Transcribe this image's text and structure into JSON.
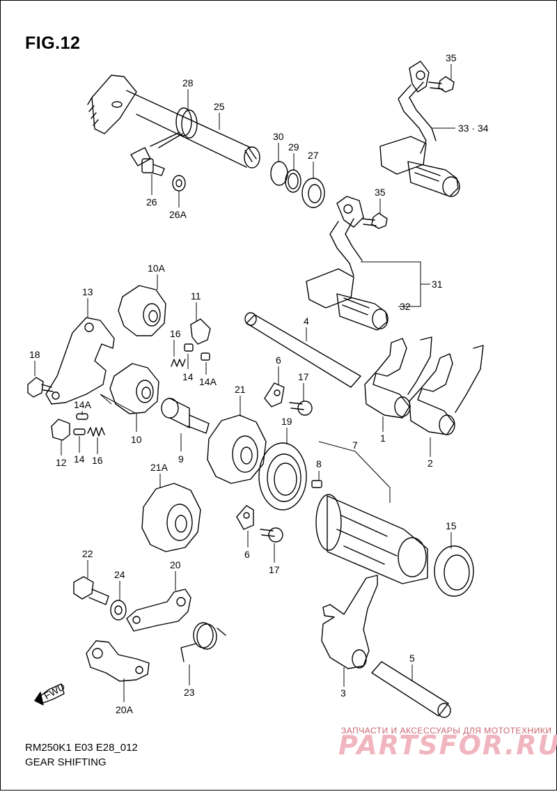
{
  "figure": {
    "title": "FIG.12",
    "model_code": "RM250K1 E03 E28_012",
    "caption": "GEAR SHIFTING"
  },
  "parts": [
    {
      "id": "1",
      "label": "1"
    },
    {
      "id": "2",
      "label": "2"
    },
    {
      "id": "3",
      "label": "3"
    },
    {
      "id": "4",
      "label": "4"
    },
    {
      "id": "5",
      "label": "5"
    },
    {
      "id": "6a",
      "label": "6"
    },
    {
      "id": "6b",
      "label": "6"
    },
    {
      "id": "7",
      "label": "7"
    },
    {
      "id": "8",
      "label": "8"
    },
    {
      "id": "9",
      "label": "9"
    },
    {
      "id": "10",
      "label": "10"
    },
    {
      "id": "10A",
      "label": "10A"
    },
    {
      "id": "11",
      "label": "11"
    },
    {
      "id": "12",
      "label": "12"
    },
    {
      "id": "13",
      "label": "13"
    },
    {
      "id": "14a",
      "label": "14"
    },
    {
      "id": "14b",
      "label": "14"
    },
    {
      "id": "14Aa",
      "label": "14A"
    },
    {
      "id": "14Ab",
      "label": "14A"
    },
    {
      "id": "15",
      "label": "15"
    },
    {
      "id": "16a",
      "label": "16"
    },
    {
      "id": "16b",
      "label": "16"
    },
    {
      "id": "17a",
      "label": "17"
    },
    {
      "id": "17b",
      "label": "17"
    },
    {
      "id": "18",
      "label": "18"
    },
    {
      "id": "19",
      "label": "19"
    },
    {
      "id": "20",
      "label": "20"
    },
    {
      "id": "20A",
      "label": "20A"
    },
    {
      "id": "21",
      "label": "21"
    },
    {
      "id": "21A",
      "label": "21A"
    },
    {
      "id": "22",
      "label": "22"
    },
    {
      "id": "23",
      "label": "23"
    },
    {
      "id": "24",
      "label": "24"
    },
    {
      "id": "25",
      "label": "25"
    },
    {
      "id": "26",
      "label": "26"
    },
    {
      "id": "26A",
      "label": "26A"
    },
    {
      "id": "27",
      "label": "27"
    },
    {
      "id": "28",
      "label": "28"
    },
    {
      "id": "29",
      "label": "29"
    },
    {
      "id": "30",
      "label": "30"
    },
    {
      "id": "31",
      "label": "31"
    },
    {
      "id": "32",
      "label": "32"
    },
    {
      "id": "33-34",
      "label": "33 · 34"
    },
    {
      "id": "35a",
      "label": "35"
    },
    {
      "id": "35b",
      "label": "35"
    }
  ],
  "fwd_label": "FWD",
  "watermark": {
    "tagline": "ЗАПЧАСТИ И АКСЕССУАРЫ ДЛЯ МОТОТЕХНИКИ",
    "brand": "PARTSFOR.RU"
  },
  "colors": {
    "line": "#000000",
    "watermark_light": "#f1b5bf",
    "watermark_dark": "#c9646e"
  }
}
